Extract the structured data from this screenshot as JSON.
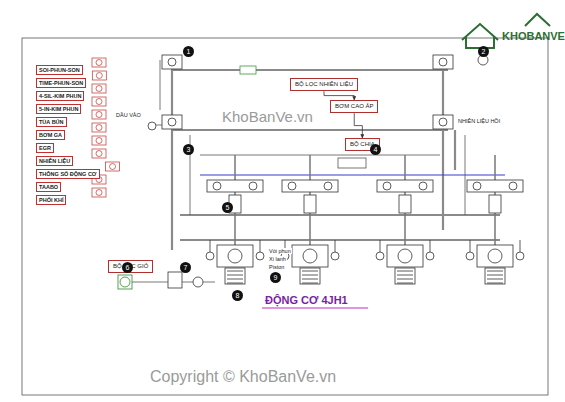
{
  "diagram": {
    "title": "ĐỘNG CƠ 4JH1",
    "nodes": [
      {
        "text": [
          "BỘ LỌC NHIÊN LIỆU"
        ]
      },
      {
        "text": [
          "BƠM CAO ÁP"
        ]
      },
      {
        "text": [
          "BỘ CHIA"
        ]
      },
      {
        "text": [
          "BỘ LỌC GIÓ"
        ]
      }
    ],
    "edges": [
      {
        "from": 0,
        "to": 1,
        "arrow": "to"
      },
      {
        "from": 1,
        "to": 2,
        "arrow": "to"
      }
    ],
    "labels": [
      "KHOBANVE",
      "KhoBanVe.vn",
      "Copyright © KhoBanVe.vn",
      "DẦU VÀO",
      "NHIÊN LIỆU HỒI",
      "Vòi phun",
      "Xi lanh",
      "Piston",
      "1",
      "2",
      "3",
      "4",
      "5",
      "6",
      "7",
      "8",
      "9"
    ],
    "legend": [
      {
        "text": "SOI-PHUN-SON"
      },
      {
        "text": "TIME-PHUN-SON"
      },
      {
        "text": "4-SIL-KIM PHUN"
      },
      {
        "text": "5-IN-KIM PHUN"
      },
      {
        "text": "TỦA BÚN"
      },
      {
        "text": "BƠM GA"
      },
      {
        "text": "EGR"
      },
      {
        "text": "NHIÊN LIỆU"
      },
      {
        "text": "THÔNG SỐ ĐỘNG CƠ"
      },
      {
        "text": "TAABO"
      },
      {
        "text": "PHỐI KHÍ"
      }
    ]
  }
}
